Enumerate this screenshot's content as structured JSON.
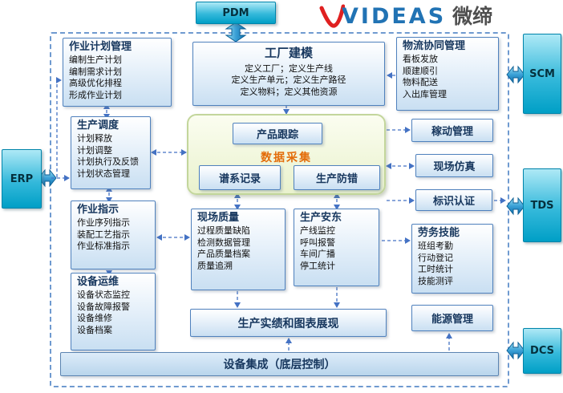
{
  "logo": {
    "brand": "VIDEAS",
    "brand_cn": "微缔"
  },
  "external": {
    "pdm": "PDM",
    "erp": "ERP",
    "scm": "SCM",
    "tds": "TDS",
    "dcs": "DCS"
  },
  "hub": {
    "tracking": "产品跟踪",
    "data_collection": "数据采集",
    "genealogy": "谱系记录",
    "error_proofing": "生产防错"
  },
  "modules": {
    "job_planning": {
      "title": "作业计划管理",
      "items": [
        "编制生产计划",
        "编制需求计划",
        "高级优化排程",
        "形成作业计划"
      ]
    },
    "factory_modeling": {
      "title": "工厂建模",
      "items": [
        "定义工厂；定义生产线",
        "定义生产单元；定义生产路径",
        "定义物料；定义其他资源"
      ]
    },
    "logistics": {
      "title": "物流协同管理",
      "items": [
        "看板发放",
        "顺建顺引",
        "物料配送",
        "入出库管理"
      ]
    },
    "scheduling": {
      "title": "生产调度",
      "items": [
        "计划释放",
        "计划调整",
        "计划执行及反馈",
        "计划状态管理"
      ]
    },
    "oee": {
      "title": "稼动管理"
    },
    "simulation": {
      "title": "现场仿真"
    },
    "identification": {
      "title": "标识认证"
    },
    "work_instruction": {
      "title": "作业指示",
      "items": [
        "作业序列指示",
        "装配工艺指示",
        "作业标准指示"
      ]
    },
    "quality": {
      "title": "现场质量",
      "items": [
        "过程质量缺陷",
        "检测数据管理",
        "产品质量档案",
        "质量追溯"
      ]
    },
    "andon": {
      "title": "生产安东",
      "items": [
        "产线监控",
        "呼叫报警",
        "车间广播",
        "停工统计"
      ]
    },
    "labor": {
      "title": "劳务技能",
      "items": [
        "班组考勤",
        "行动登记",
        "工时统计",
        "技能测评"
      ]
    },
    "equipment": {
      "title": "设备运维",
      "items": [
        "设备状态监控",
        "设备故障报警",
        "设备维修",
        "设备档案"
      ]
    },
    "reporting": {
      "title": "生产实绩和图表展现"
    },
    "energy": {
      "title": "能源管理"
    },
    "integration": {
      "title": "设备集成（底层控制）"
    }
  },
  "colors": {
    "accent_blue": "#4472c4",
    "module_border": "#4f81bd",
    "external_cyan": "#00a0c6",
    "hub_border": "#c3d69b",
    "data_collection_text": "#e36c09",
    "brand_blue": "#2173b4",
    "brand_red": "#e02020"
  }
}
